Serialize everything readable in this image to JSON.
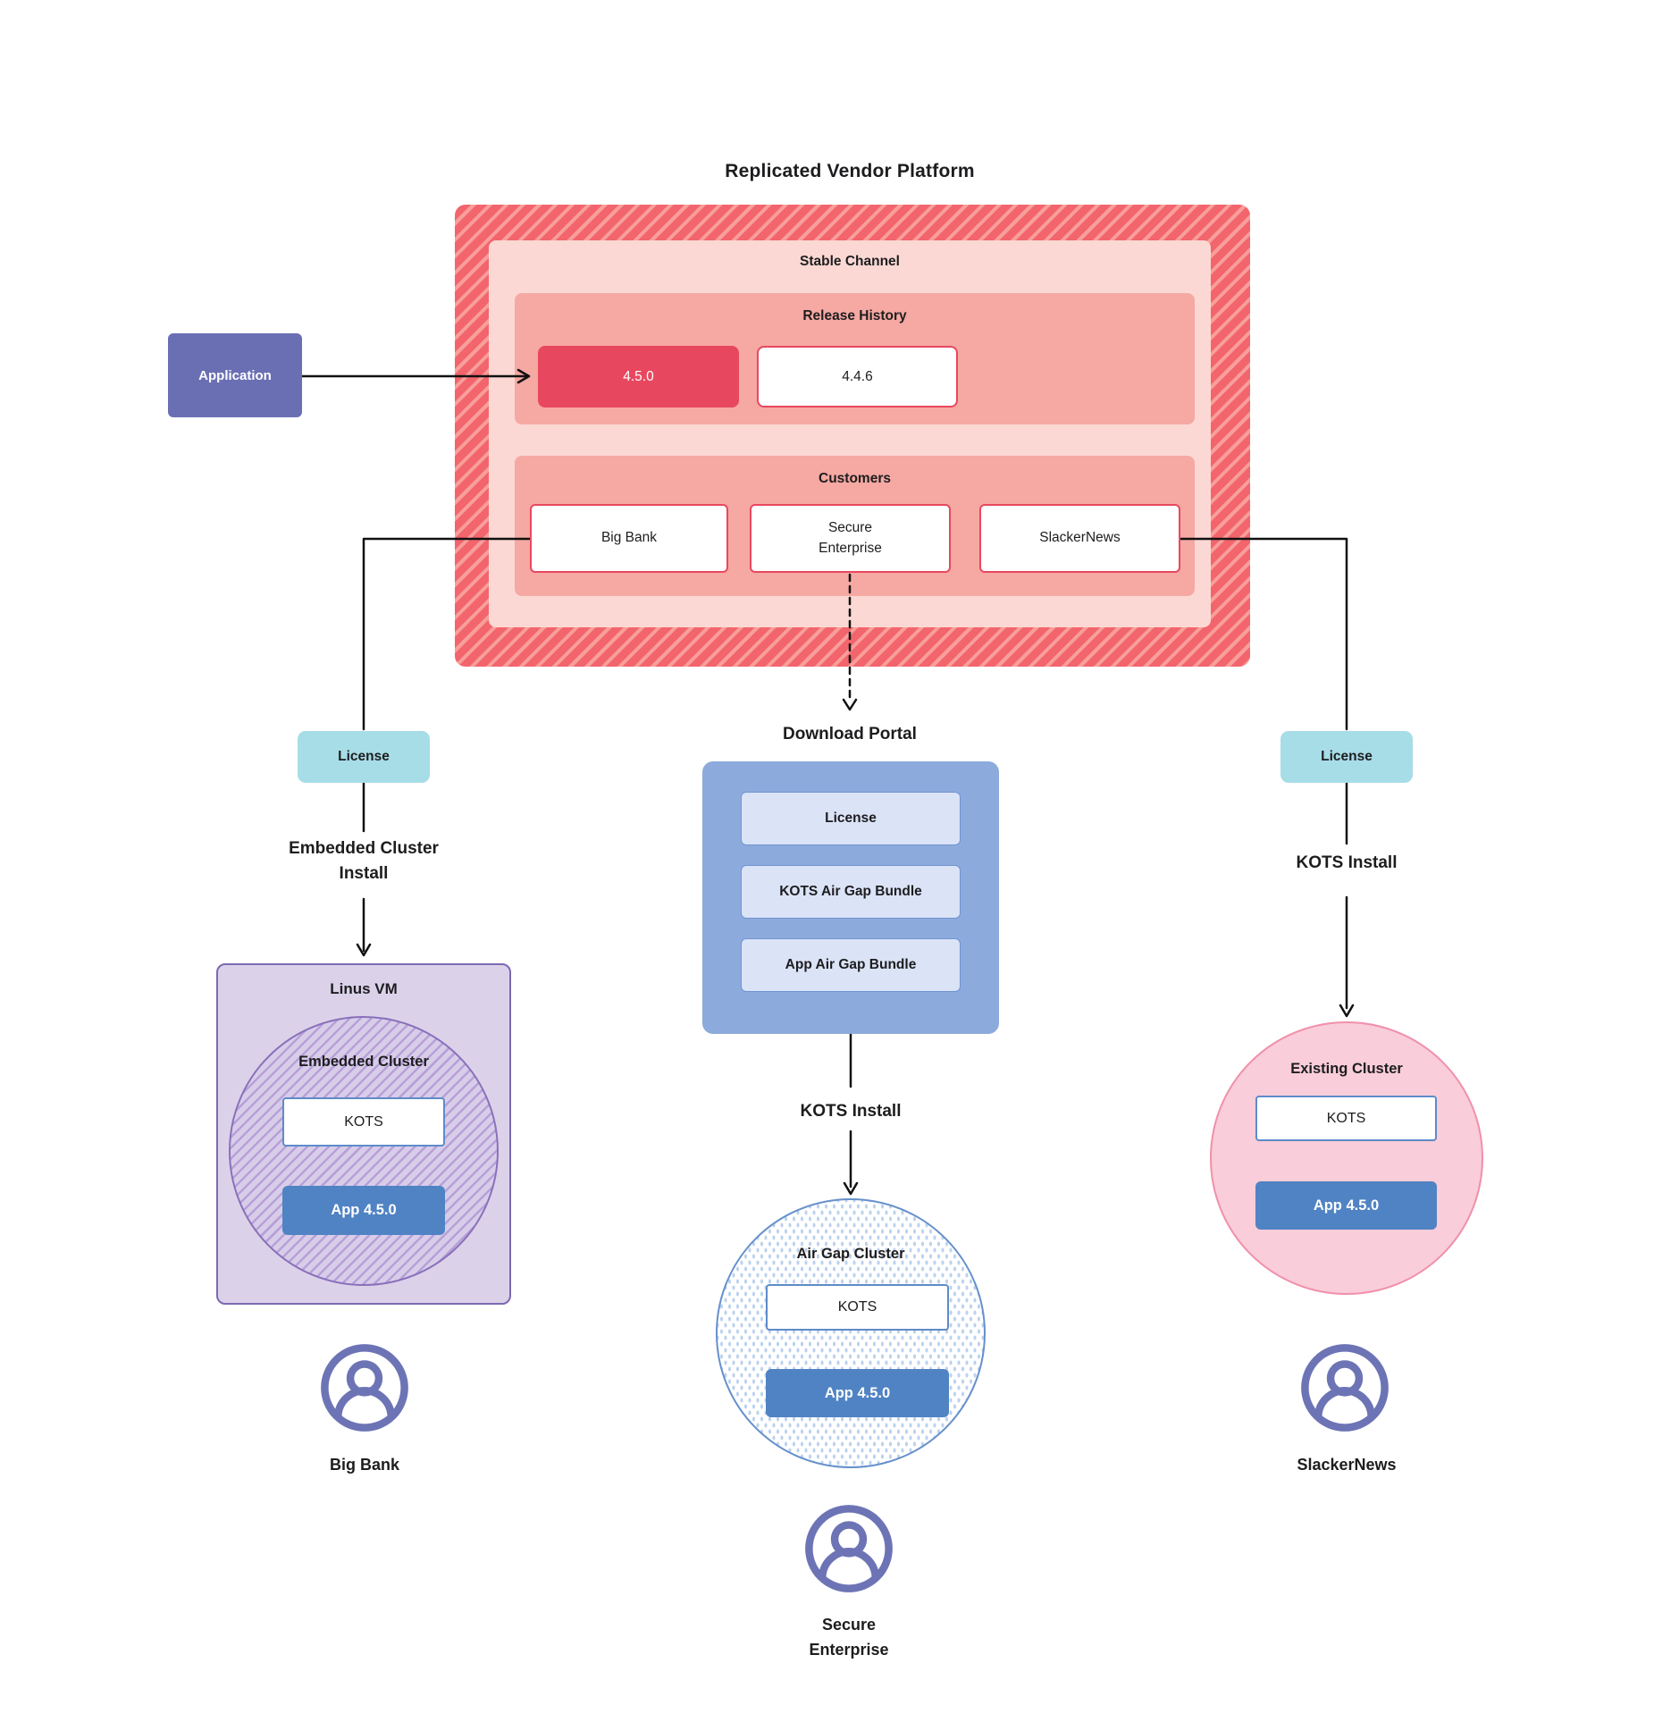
{
  "title": "Replicated Vendor Platform",
  "colors": {
    "red_accent": "#e8485f",
    "hatch_red": "#f3656c",
    "stable_bg": "#fbd8d3",
    "section_bg": "#f6a8a2",
    "application_purple": "#6a6fb4",
    "license_teal": "#a7dde7",
    "portal_blue": "#8cabdc",
    "portal_item_bg": "#dbe3f7",
    "app_blue": "#5083c3",
    "kots_border": "#5e8bc9",
    "vm_purple_bg": "#dbd2ea",
    "vm_border": "#7c69b2",
    "existing_pink": "#f9cdd9",
    "airgap_border": "#6690cb",
    "person_icon": "#6d74b5"
  },
  "platform": {
    "stable_channel": {
      "label": "Stable Channel",
      "release_history": {
        "label": "Release History",
        "releases": [
          {
            "version": "4.5.0",
            "highlight": true
          },
          {
            "version": "4.4.6",
            "highlight": false
          }
        ]
      },
      "customers": {
        "label": "Customers",
        "items": [
          "Big Bank",
          "Secure Enterprise",
          "SlackerNews"
        ]
      }
    }
  },
  "application": {
    "label": "Application"
  },
  "left_branch": {
    "license_label": "License",
    "install_label": "Embedded Cluster Install",
    "vm": {
      "label": "Linus VM",
      "cluster_label": "Embedded Cluster",
      "kots_label": "KOTS",
      "app_label": "App 4.5.0"
    },
    "customer_label": "Big Bank"
  },
  "middle_branch": {
    "portal_label": "Download Portal",
    "portal_items": [
      "License",
      "KOTS Air Gap Bundle",
      "App Air Gap Bundle"
    ],
    "install_label": "KOTS Install",
    "cluster": {
      "label": "Air Gap Cluster",
      "kots_label": "KOTS",
      "app_label": "App 4.5.0"
    },
    "customer_label": "Secure Enterprise"
  },
  "right_branch": {
    "license_label": "License",
    "install_label": "KOTS Install",
    "cluster": {
      "label": "Existing Cluster",
      "kots_label": "KOTS",
      "app_label": "App 4.5.0"
    },
    "customer_label": "SlackerNews"
  }
}
